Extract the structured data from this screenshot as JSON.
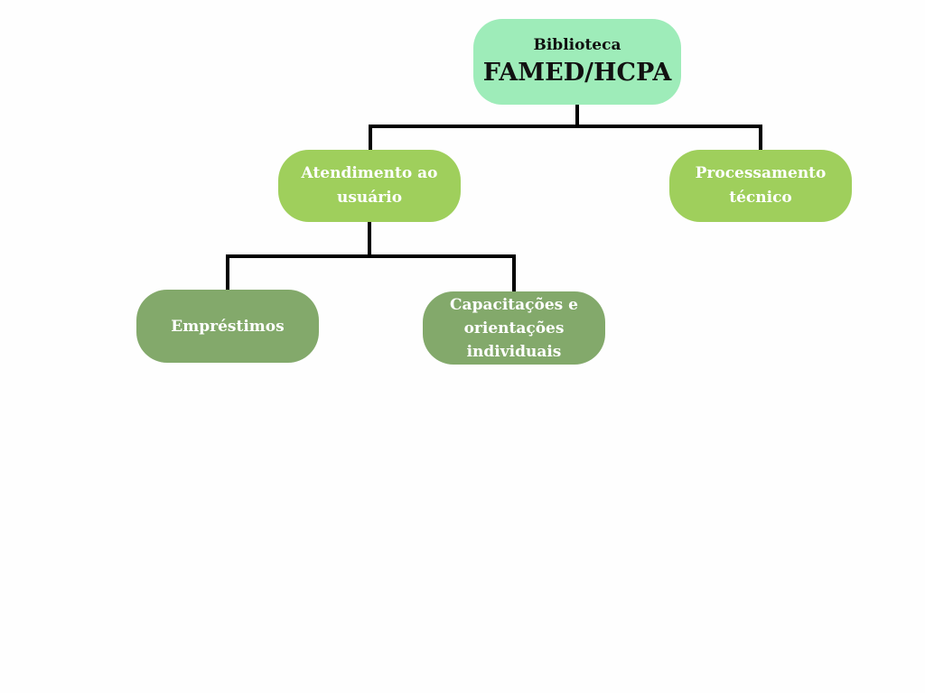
{
  "colors": {
    "root": "#9eecb9",
    "level1": "#9fcf5c",
    "level2": "#83a96b",
    "connector": "#000000"
  },
  "root": {
    "line1": "Biblioteca",
    "line2": "FAMED/HCPA"
  },
  "level1": {
    "atendimento": "Atendimento ao usuário",
    "processamento": "Processamento técnico"
  },
  "level2": {
    "emprestimos": "Empréstimos",
    "capacitacoes": "Capacitações e orientações individuais"
  }
}
